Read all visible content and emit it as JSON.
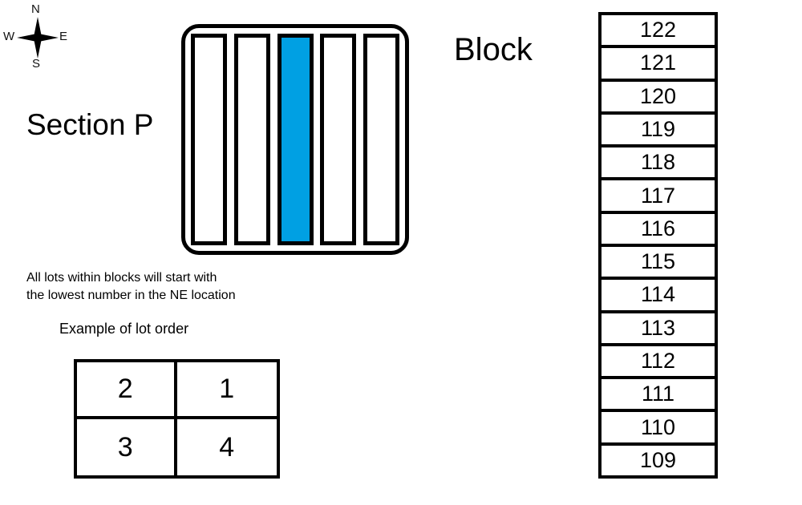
{
  "compass": {
    "north": "N",
    "east": "E",
    "south": "S",
    "west": "W",
    "icon": "compass-rose-icon"
  },
  "section": {
    "label": "Section P"
  },
  "block_header": {
    "label": "Block"
  },
  "block_diagram": {
    "bar_count": 5,
    "highlight_index": 3,
    "highlight_color": "#00A0E3",
    "bar_fill": "#FFFFFF",
    "outline_color": "#000000"
  },
  "note": {
    "text": "All lots within blocks will start with\nthe lowest number in the NE location"
  },
  "example": {
    "caption": "Example of lot order",
    "cells": [
      {
        "label": "2"
      },
      {
        "label": "1"
      },
      {
        "label": "3"
      },
      {
        "label": "4"
      }
    ]
  },
  "block_list": {
    "rows": [
      {
        "label": "122"
      },
      {
        "label": "121"
      },
      {
        "label": "120"
      },
      {
        "label": "119"
      },
      {
        "label": "118"
      },
      {
        "label": "117"
      },
      {
        "label": "116"
      },
      {
        "label": "115"
      },
      {
        "label": "114"
      },
      {
        "label": "113"
      },
      {
        "label": "112"
      },
      {
        "label": "111"
      },
      {
        "label": "110"
      },
      {
        "label": "109"
      }
    ]
  }
}
